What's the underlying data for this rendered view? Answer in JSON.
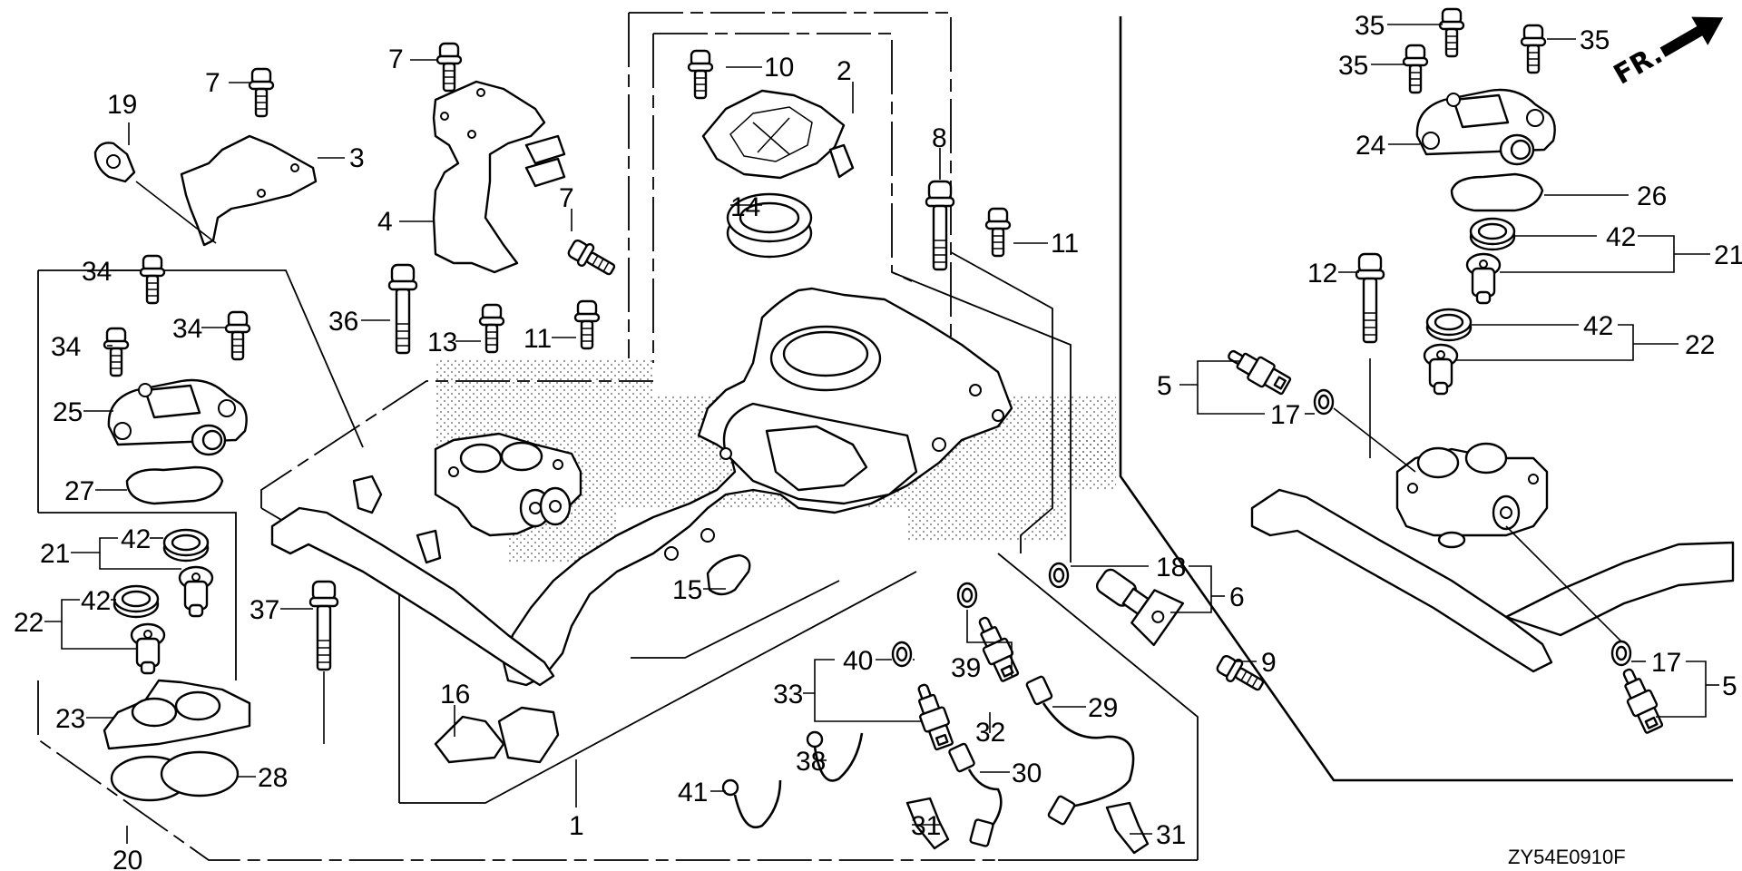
{
  "diagram": {
    "title": "Honda outboard thermostat / intake manifold parts diagram",
    "drawing_code": "ZY54E0910F",
    "direction_indicator": "FR.",
    "callouts": [
      {
        "id": "c19a",
        "label": "19"
      },
      {
        "id": "c7a",
        "label": "7"
      },
      {
        "id": "c3",
        "label": "3"
      },
      {
        "id": "c7b",
        "label": "7"
      },
      {
        "id": "c4",
        "label": "4"
      },
      {
        "id": "c7c",
        "label": "7"
      },
      {
        "id": "c10",
        "label": "10"
      },
      {
        "id": "c2",
        "label": "2"
      },
      {
        "id": "c14",
        "label": "14"
      },
      {
        "id": "c8",
        "label": "8"
      },
      {
        "id": "c11a",
        "label": "11"
      },
      {
        "id": "c36",
        "label": "36"
      },
      {
        "id": "c13",
        "label": "13"
      },
      {
        "id": "c11b",
        "label": "11"
      },
      {
        "id": "c34a",
        "label": "34"
      },
      {
        "id": "c34b",
        "label": "34"
      },
      {
        "id": "c34c",
        "label": "34"
      },
      {
        "id": "c25",
        "label": "25"
      },
      {
        "id": "c27",
        "label": "27"
      },
      {
        "id": "c21a",
        "label": "21"
      },
      {
        "id": "c42a",
        "label": "42"
      },
      {
        "id": "c22a",
        "label": "22"
      },
      {
        "id": "c42b",
        "label": "42"
      },
      {
        "id": "c37",
        "label": "37"
      },
      {
        "id": "c23",
        "label": "23"
      },
      {
        "id": "c28",
        "label": "28"
      },
      {
        "id": "c20",
        "label": "20"
      },
      {
        "id": "c16",
        "label": "16"
      },
      {
        "id": "c1",
        "label": "1"
      },
      {
        "id": "c15",
        "label": "15"
      },
      {
        "id": "c18",
        "label": "18"
      },
      {
        "id": "c6",
        "label": "6"
      },
      {
        "id": "c9",
        "label": "9"
      },
      {
        "id": "c40",
        "label": "40"
      },
      {
        "id": "c33",
        "label": "33"
      },
      {
        "id": "c39",
        "label": "39"
      },
      {
        "id": "c32",
        "label": "32"
      },
      {
        "id": "c29",
        "label": "29"
      },
      {
        "id": "c30",
        "label": "30"
      },
      {
        "id": "c38",
        "label": "38"
      },
      {
        "id": "c41",
        "label": "41"
      },
      {
        "id": "c31a",
        "label": "31"
      },
      {
        "id": "c31b",
        "label": "31"
      },
      {
        "id": "c35a",
        "label": "35"
      },
      {
        "id": "c35b",
        "label": "35"
      },
      {
        "id": "c35c",
        "label": "35"
      },
      {
        "id": "c24",
        "label": "24"
      },
      {
        "id": "c26",
        "label": "26"
      },
      {
        "id": "c42c",
        "label": "42"
      },
      {
        "id": "c21b",
        "label": "21"
      },
      {
        "id": "c12",
        "label": "12"
      },
      {
        "id": "c42d",
        "label": "42"
      },
      {
        "id": "c22b",
        "label": "22"
      },
      {
        "id": "c5a",
        "label": "5"
      },
      {
        "id": "c17a",
        "label": "17"
      },
      {
        "id": "c17b",
        "label": "17"
      },
      {
        "id": "c5b",
        "label": "5"
      }
    ]
  }
}
